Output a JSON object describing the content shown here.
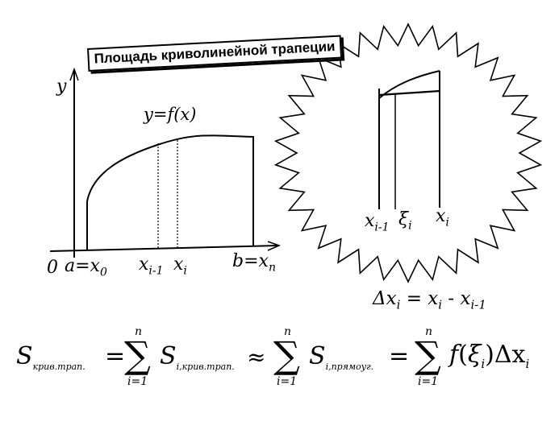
{
  "title": "Площадь криволинейной трапеции",
  "graph": {
    "y_axis": "y",
    "function": "y=f(x)",
    "origin": "0",
    "a": "a=x",
    "a_sub": "0",
    "x_prev": "x",
    "x_prev_sub": "i-1",
    "x_i": "x",
    "x_i_sub": "i",
    "b": "b=x",
    "b_sub": "n"
  },
  "zoom": {
    "x_prev": "x",
    "x_prev_sub": "i-1",
    "xi": "ξ",
    "xi_sub": "i",
    "x_i": "x",
    "x_i_sub": "i"
  },
  "delta": {
    "lhs": "Δx",
    "lhs_sub": "i",
    "eq": " = x",
    "rhs1_sub": "i",
    "minus": " - x",
    "rhs2_sub": "i-1"
  },
  "formula": {
    "S1": "S",
    "S1_sub": "крив.трап.",
    "eq1": "=",
    "sum_upper": "n",
    "sum_lower": "i=1",
    "S2": "S",
    "S2_sub": "i,крив.трап.",
    "approx": "≈",
    "S3": "S",
    "S3_sub": "i,прямоуг.",
    "eq2": "=",
    "f": "f",
    "paren_open": "(",
    "xi": "ξ",
    "xi_sub": "i",
    "paren_close": ")",
    "dx": "Δx",
    "dx_sub": "i"
  }
}
